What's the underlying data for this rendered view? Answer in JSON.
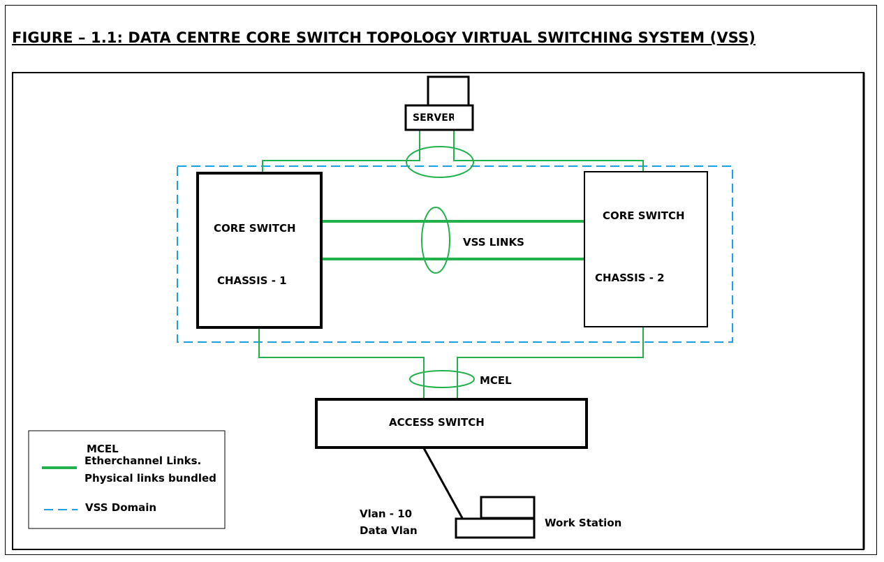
{
  "title": "FIGURE – 1.1: DATA CENTRE CORE SWITCH TOPOLOGY VIRTUAL SWITCHING SYSTEM (VSS)",
  "nodes": {
    "servers": "SERVERS",
    "core_switch_1": {
      "line1": "CORE SWITCH",
      "line2": "CHASSIS - 1"
    },
    "core_switch_2": {
      "line1": "CORE SWITCH",
      "line2": "CHASSIS - 2"
    },
    "access_switch": "ACCESS SWITCH",
    "work_station": "Work Station"
  },
  "labels": {
    "vss_links": "VSS LINKS",
    "mcel": "MCEL",
    "vlan_line1": "Vlan - 10",
    "vlan_line2": "Data Vlan"
  },
  "legend": {
    "etherchannel_line1": "MCEL",
    "etherchannel_line2": "Etherchannel Links.",
    "etherchannel_line3": "Physical links bundled",
    "vss_domain": "VSS Domain"
  },
  "colors": {
    "link_green": "#22b14c",
    "vss_blue": "#1ba1e2",
    "line_black": "#000000"
  },
  "icons": {
    "server": "monitor-icon",
    "workstation": "computer-icon"
  }
}
